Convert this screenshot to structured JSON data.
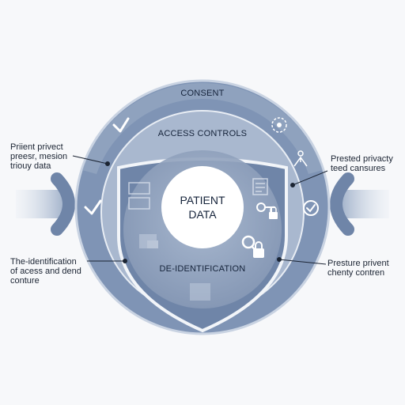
{
  "rings": {
    "outer_label": "CONSENT",
    "middle_label": "ACCESS CONTROLS",
    "inner_label": "DE-IDENTIFICATION"
  },
  "center": {
    "line1": "PATIENT",
    "line2": "DATA"
  },
  "callouts": {
    "top_left": "Priient privect\npreesr, mesion\ntriouy data",
    "bottom_left": "The-identification\nof acess and dend\nconture",
    "top_right": "Prested privacty\nteed cansures",
    "bottom_right": "Presture privent\nchenty contren"
  },
  "colors": {
    "outer_ring": "#7f94b5",
    "middle_band": "#a9b8cf",
    "shield": "#6f85a8",
    "inner_disc": "#9aabc5",
    "center": "#ffffff",
    "text": "#15233a"
  }
}
